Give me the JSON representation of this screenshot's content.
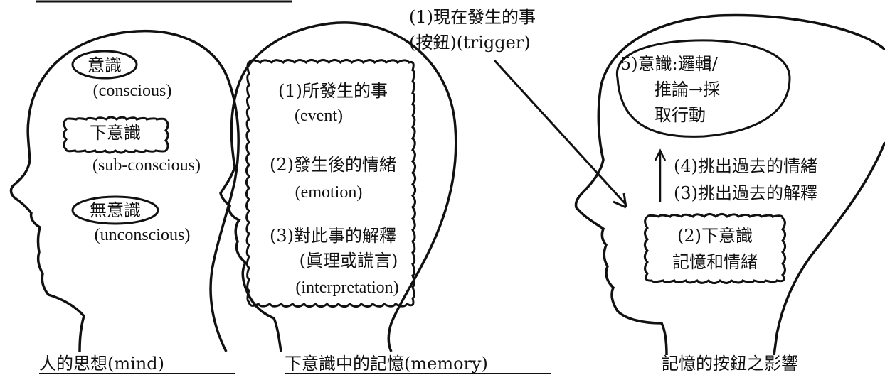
{
  "panel1": {
    "conscious_zh": "意識",
    "conscious_en": "(conscious)",
    "subconscious_zh": "下意識",
    "subconscious_en": "(sub-conscious)",
    "unconscious_zh": "無意識",
    "unconscious_en": "(unconscious)",
    "caption": "人的思想(mind)"
  },
  "panel2": {
    "event_zh": "(1)所發生的事",
    "event_en": "(event)",
    "emotion_zh": "(2)發生後的情緒",
    "emotion_en": "(emotion)",
    "interp_zh": "(3)對此事的解釋",
    "interp_zh2": "(眞理或謊言)",
    "interp_en": "(interpretation)",
    "caption": "下意識中的記憶(memory)"
  },
  "panel3": {
    "trigger_line1": "(1)現在發生的事",
    "trigger_line2": "(按鈕)(trigger)",
    "step5_line1": "5)意識:邏輯/",
    "step5_line2": "推論→採",
    "step5_line3": "取行動",
    "step4": "(4)挑出過去的情緒",
    "step3": "(3)挑出過去的解釋",
    "step2_line1": "(2)下意識",
    "step2_line2": "記憶和情緒",
    "caption": "記憶的按鈕之影響"
  }
}
